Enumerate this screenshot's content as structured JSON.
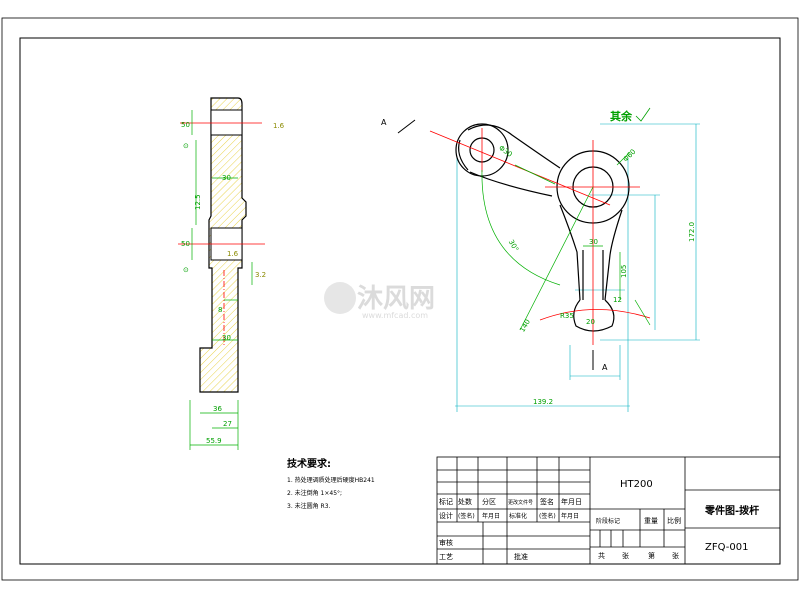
{
  "side_view": {
    "dims": {
      "d_top_hole": "50",
      "top_thickness": "1.6",
      "d_upper": "30",
      "len_12_5": "12.5",
      "d_mid_hole": "50",
      "mid_thickness": "1.6",
      "offset_3_2": "3.2",
      "d_small": "8",
      "d_lower": "30",
      "width_36": "36",
      "width_27": "27",
      "overall_width": "55.9"
    },
    "roughness_top": "⊙",
    "roughness_mid": "⊙"
  },
  "front_view": {
    "roughness_note": "其余",
    "section_label_top": "A",
    "section_label_bottom": "A",
    "dims": {
      "dia_center": "Φ60",
      "dia_top": "Φ30",
      "angle": "30°",
      "diag": "140",
      "d_30": "30",
      "len_105": "105",
      "len_12": "12",
      "r_20": "20",
      "r_35": "R35",
      "height": "172.0",
      "width": "139.2"
    }
  },
  "notes": {
    "title": "技术要求:",
    "items": [
      "1. 热处理调质处理后硬度HB241",
      "2. 未注倒角 1×45°;",
      "3. 未注圆角 R3."
    ]
  },
  "title_block": {
    "material": "HT200",
    "part_name": "零件图-拨杆",
    "drawing_no": "ZFQ-001",
    "row_labels_1": [
      "标记",
      "处数",
      "分区",
      "更改文件号",
      "签名",
      "年月日"
    ],
    "row_labels_2": [
      "设计",
      "(签名)",
      "年月日",
      "标准化",
      "(签名)",
      "年月日"
    ],
    "review": "审核",
    "process": "工艺",
    "approve": "批准",
    "stage_mark": "阶段标记",
    "weight": "重量",
    "scale": "比例",
    "sheets_total": "共",
    "sheets": "张",
    "sheet_no": "第",
    "sheet_unit": "张"
  },
  "watermark": {
    "brand": "沐风网",
    "url": "www.mfcad.com"
  }
}
